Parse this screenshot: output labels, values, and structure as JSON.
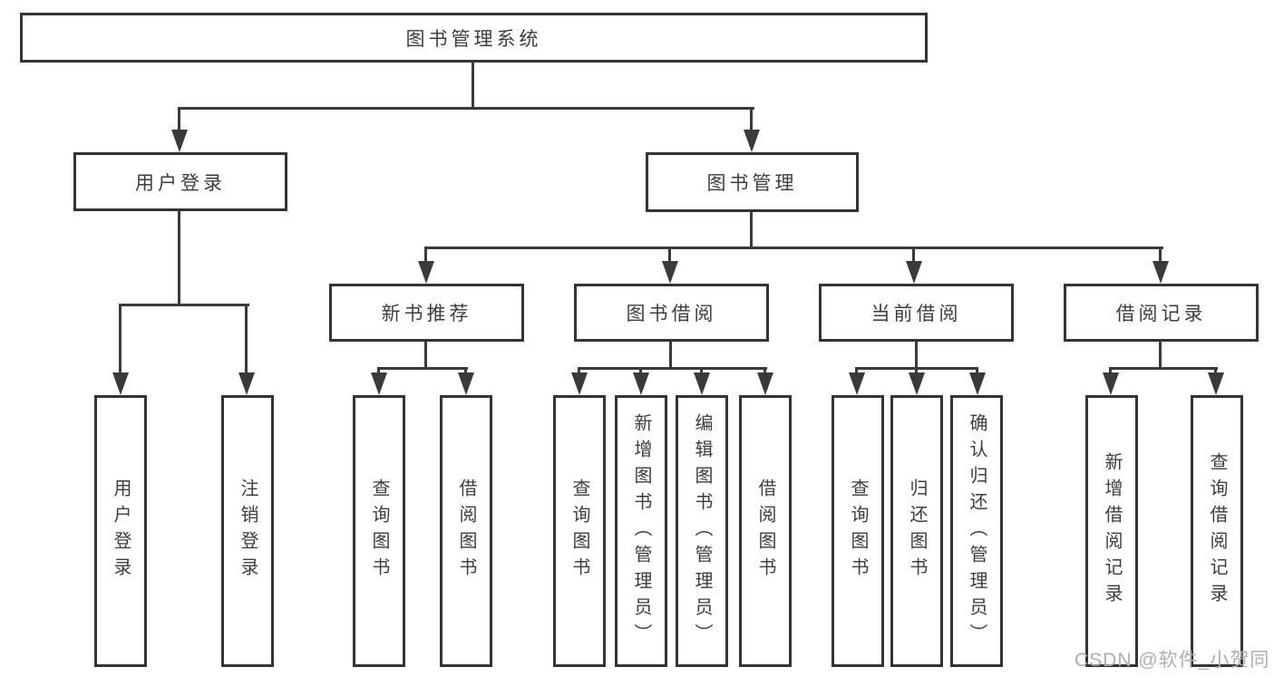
{
  "diagram": {
    "type": "hierarchy-tree",
    "title": "图书管理系统",
    "watermark": "CSDN @软件_小贺同学",
    "colors": {
      "line": "#3a3a3a",
      "border": "#343434",
      "text": "#3d3d3d",
      "background": "#ffffff",
      "watermark": "#b3acac"
    },
    "nodes": {
      "root": {
        "label": "图书管理系统"
      },
      "user_login": {
        "label": "用户登录"
      },
      "book_mgmt": {
        "label": "图书管理"
      },
      "new_book_rec": {
        "label": "新书推荐"
      },
      "book_borrow": {
        "label": "图书借阅"
      },
      "current_borrow": {
        "label": "当前借阅"
      },
      "borrow_records": {
        "label": "借阅记录"
      },
      "login_leaf": {
        "label": "用户登录"
      },
      "logout_leaf": {
        "label": "注销登录"
      },
      "rec_query_books": {
        "label": "查询图书"
      },
      "rec_borrow_books": {
        "label": "借阅图书"
      },
      "bb_query_books": {
        "label": "查询图书"
      },
      "bb_add_books": {
        "label": "新增图书（管理员）"
      },
      "bb_edit_books": {
        "label": "编辑图书（管理员）"
      },
      "bb_borrow_books": {
        "label": "借阅图书"
      },
      "cb_query_books": {
        "label": "查询图书"
      },
      "cb_return_books": {
        "label": "归还图书"
      },
      "cb_confirm_return": {
        "label": "确认归还（管理员）"
      },
      "br_add_record": {
        "label": "新增借阅记录"
      },
      "br_query_record": {
        "label": "查询借阅记录"
      }
    },
    "structure": {
      "root": [
        "user_login",
        "book_mgmt"
      ],
      "user_login": [
        "login_leaf",
        "logout_leaf"
      ],
      "book_mgmt": [
        "new_book_rec",
        "book_borrow",
        "current_borrow",
        "borrow_records"
      ],
      "new_book_rec": [
        "rec_query_books",
        "rec_borrow_books"
      ],
      "book_borrow": [
        "bb_query_books",
        "bb_add_books",
        "bb_edit_books",
        "bb_borrow_books"
      ],
      "current_borrow": [
        "cb_query_books",
        "cb_return_books",
        "cb_confirm_return"
      ],
      "borrow_records": [
        "br_add_record",
        "br_query_record"
      ]
    }
  }
}
